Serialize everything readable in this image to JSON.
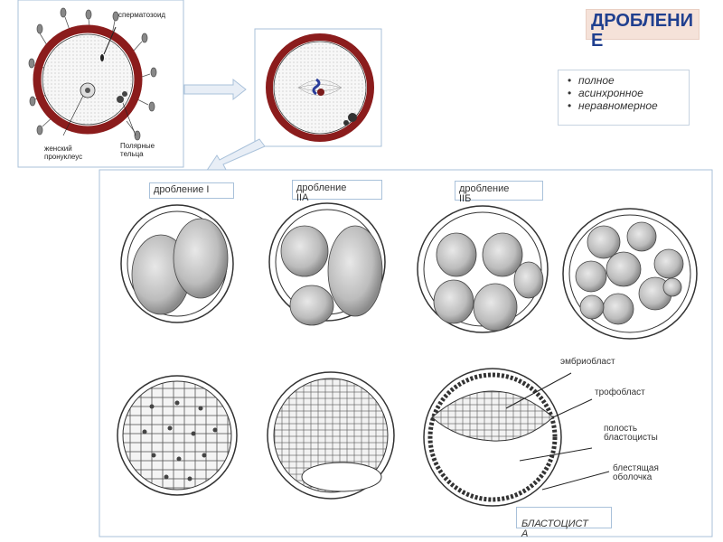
{
  "title": "ДРОБЛЕНИЕ",
  "properties": [
    "полное",
    "асинхронное",
    "неравномерное"
  ],
  "fertilization_panel": {
    "sperm_label": "сперматозоид",
    "pronucleus_label": "женский пронуклеус",
    "polar_bodies_label": "Полярные тельца"
  },
  "cleavage_labels": {
    "stage_1": "дробление I",
    "stage_2a": "дробление IIА",
    "stage_2b": "дробление IIБ"
  },
  "blastocyst_labels": {
    "embryoblast": "эмбриобласт",
    "trophoblast": "трофобласт",
    "cavity": "полость бластоцисты",
    "zona": "блестящая оболочка"
  },
  "blastocyst_caption": "БЛАСТОЦИСТА"
}
